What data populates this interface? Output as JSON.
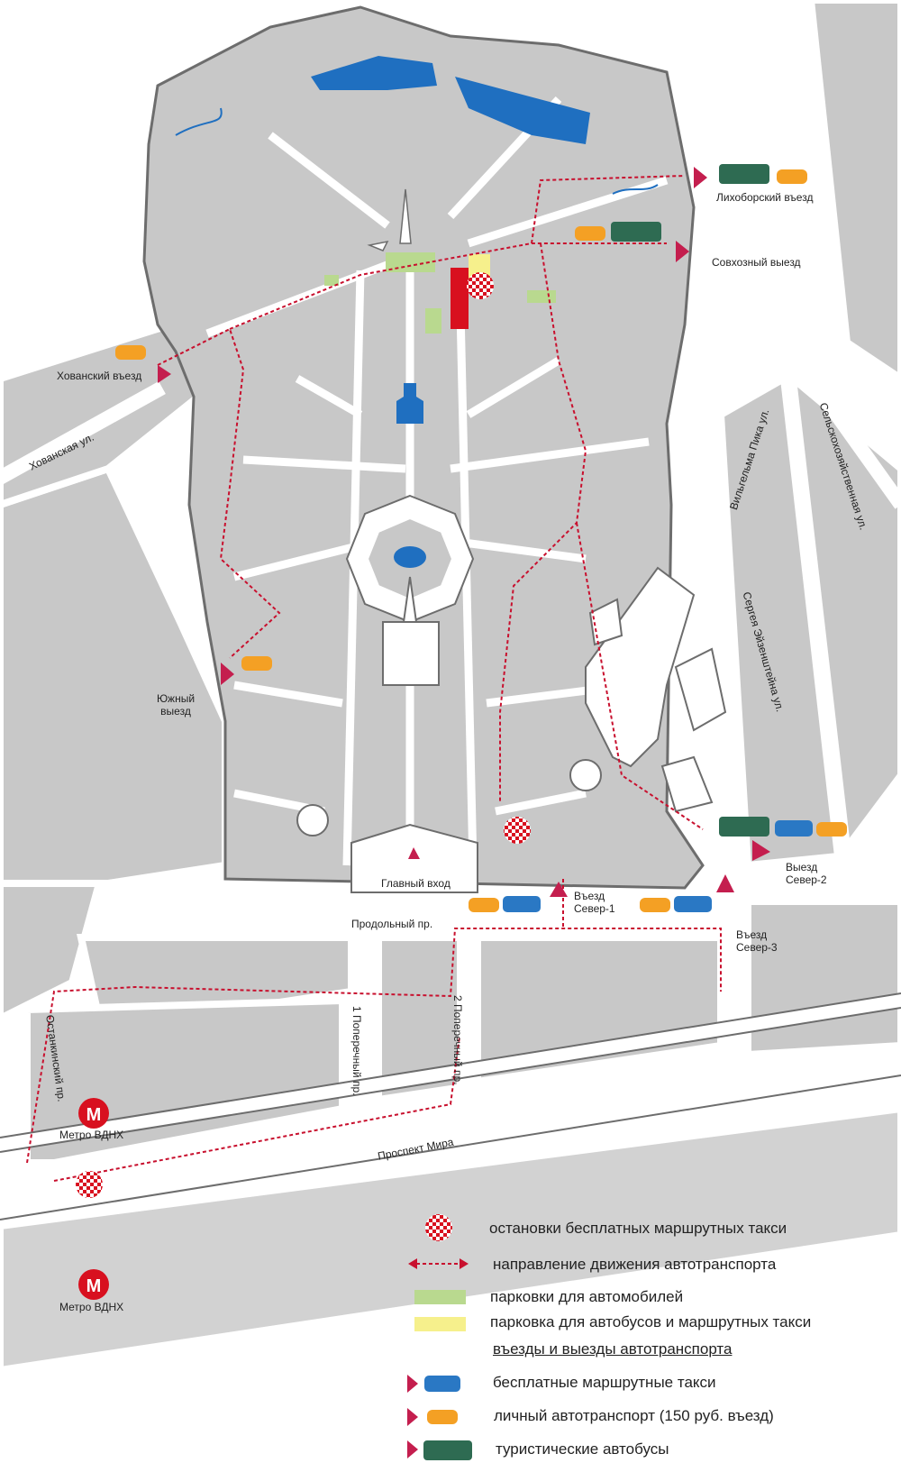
{
  "entrances": {
    "likhoborsky": "Лихоборский въезд",
    "sovkhozny": "Совхозный выезд",
    "khovansky": "Хованский въезд",
    "yuzhny": "Южный выезд",
    "main_entrance": "Главный вход",
    "sever1": "Въезд Север-1",
    "sever2": "Выезд Север-2",
    "sever3": "Въезд Север-3"
  },
  "streets": {
    "khovanskaya": "Хованская ул.",
    "wilhelm_pik": "Вильгельма Пика ул.",
    "selskokhoz": "Сельскохозяйственная ул.",
    "eisenstein": "Сергея Эйзенштейна ул.",
    "prodolny": "Продольный пр.",
    "poperechny1": "1 Поперечный пр.",
    "poperechny2": "2 Поперечный пр.",
    "ostankinsky": "Останкинский пр.",
    "prospekt_mira": "Проспект Мира"
  },
  "metro": {
    "label_map": "Метро ВДНХ",
    "label_legend": "Метро ВДНХ",
    "glyph": "М"
  },
  "legend": {
    "taxi_stops": "остановки бесплатных маршрутных такси",
    "traffic_direction": "направление движения автотранспорта",
    "car_parking": "парковки для автомобилей",
    "bus_parking": "парковка для автобусов и маршрутных такси",
    "entries_header": "въезды и выезды автотранспорта",
    "free_taxi": "бесплатные маршрутные такси",
    "private_cars": "личный автотранспорт (150 руб. въезд)",
    "tourist_buses": "туристические автобусы"
  },
  "colors": {
    "map_block": "#c8c8c8",
    "road": "#ffffff",
    "outline": "#6d6d6d",
    "water": "#1f6fc0",
    "route": "#c8102e",
    "taxi_red": "#d8101f",
    "car_orange": "#f4a024",
    "taxi_blue": "#2a78c4",
    "bus_green": "#2e6b52",
    "parking_green": "#b9d98f",
    "parking_yellow": "#f6f08c",
    "arrow_magenta": "#c41e4e"
  }
}
